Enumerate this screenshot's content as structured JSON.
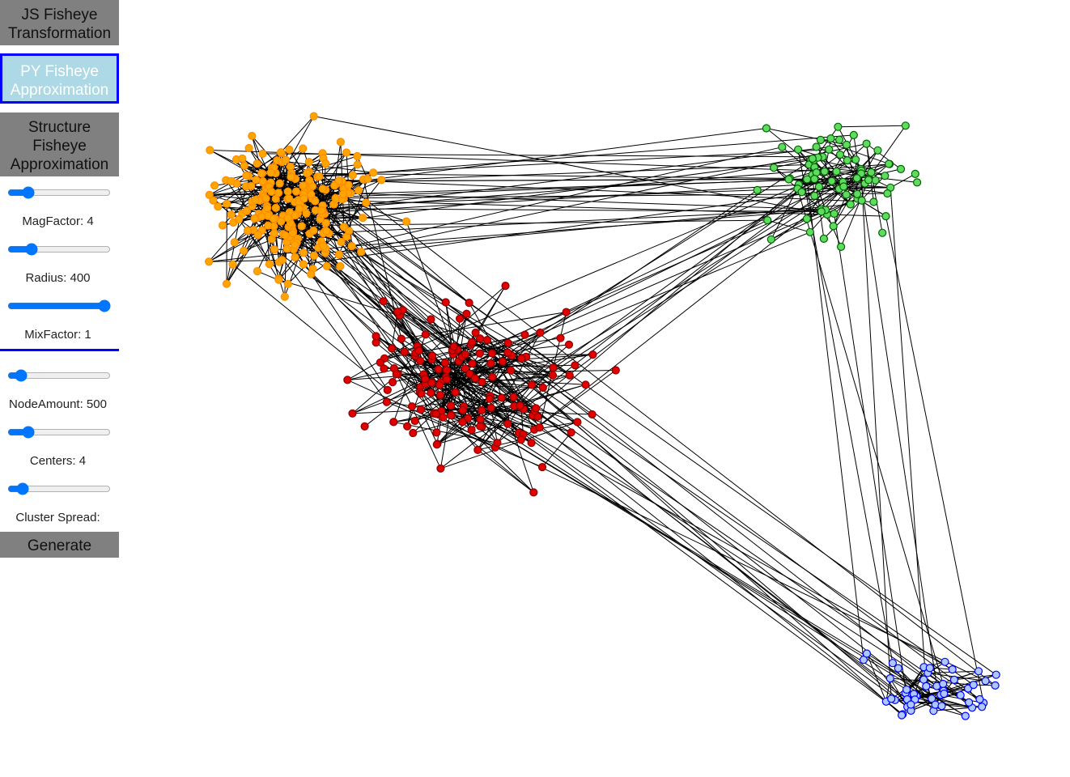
{
  "buttons": {
    "js_fisheye": "JS Fisheye Transformation",
    "py_fisheye": "PY Fisheye Approximation",
    "structure_fisheye": "Structure Fisheye Approximation",
    "generate": "Generate"
  },
  "sliders": {
    "mag_factor": {
      "label": "MagFactor: 4",
      "value": 4,
      "min": 1,
      "max": 20
    },
    "radius": {
      "label": "Radius: 400",
      "value": 400,
      "min": 0,
      "max": 2000
    },
    "mix_factor": {
      "label": "MixFactor: 1",
      "value": 1,
      "min": 0,
      "max": 1
    },
    "node_amount": {
      "label": "NodeAmount: 500",
      "value": 500,
      "min": 100,
      "max": 5000
    },
    "centers": {
      "label": "Centers: 4",
      "value": 4,
      "min": 1,
      "max": 20
    },
    "cluster_spread": {
      "label": "Cluster Spread:",
      "value": 1,
      "min": 0,
      "max": 10
    }
  },
  "colors": {
    "active_button_bg": "#add8e6",
    "active_button_border": "#0000ff",
    "button_bg": "#808080",
    "divider": "#0000ff",
    "edge": "#000000",
    "cluster_orange": "#ffa500",
    "cluster_red": "#e00000",
    "cluster_green": "#5fdc5f",
    "cluster_blue": "#aec8ff",
    "node_stroke_orange": "#ff8c00",
    "node_stroke_red": "#8b0000",
    "node_stroke_green": "#006400",
    "node_stroke_blue": "#0000ff"
  },
  "graph": {
    "node_count": 500,
    "cluster_count": 4
  }
}
